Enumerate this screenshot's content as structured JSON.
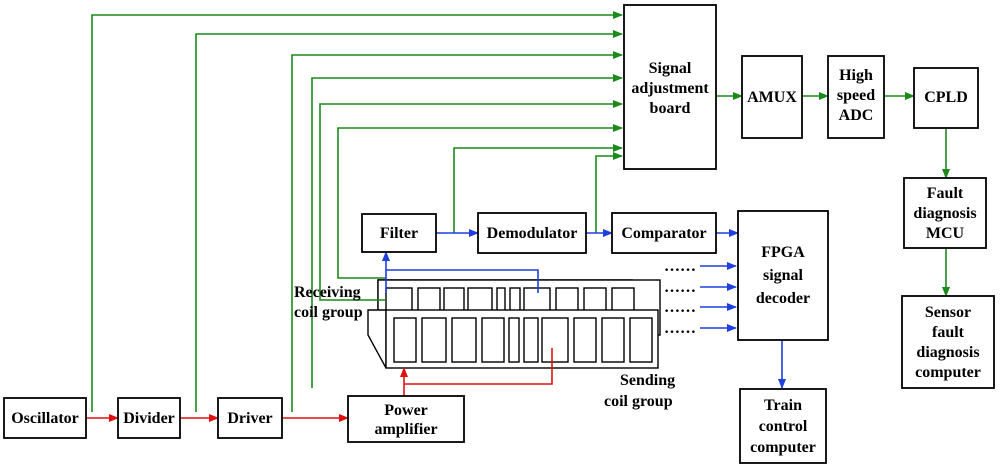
{
  "blocks": {
    "oscillator": "Oscillator",
    "divider": "Divider",
    "driver": "Driver",
    "power_amplifier": [
      "Power",
      "amplifier"
    ],
    "filter": "Filter",
    "demodulator": "Demodulator",
    "comparator": "Comparator",
    "signal_board": [
      "Signal",
      "adjustment",
      "board"
    ],
    "amux": "AMUX",
    "adc": [
      "High",
      "speed",
      "ADC"
    ],
    "cpld": "CPLD",
    "fault_mcu": [
      "Fault",
      "diagnosis",
      "MCU"
    ],
    "sensor_computer": [
      "Sensor",
      "fault",
      "diagnosis",
      "computer"
    ],
    "fpga": [
      "FPGA",
      "signal",
      "decoder"
    ],
    "train_computer": [
      "Train",
      "control",
      "computer"
    ]
  },
  "labels": {
    "receiving": [
      "Receiving",
      "coil group"
    ],
    "sending": [
      "Sending",
      "coil group"
    ],
    "ellipsis": "……"
  },
  "colors": {
    "green": "#1a8a1a",
    "blue": "#1f3fe0",
    "red": "#e01010"
  }
}
